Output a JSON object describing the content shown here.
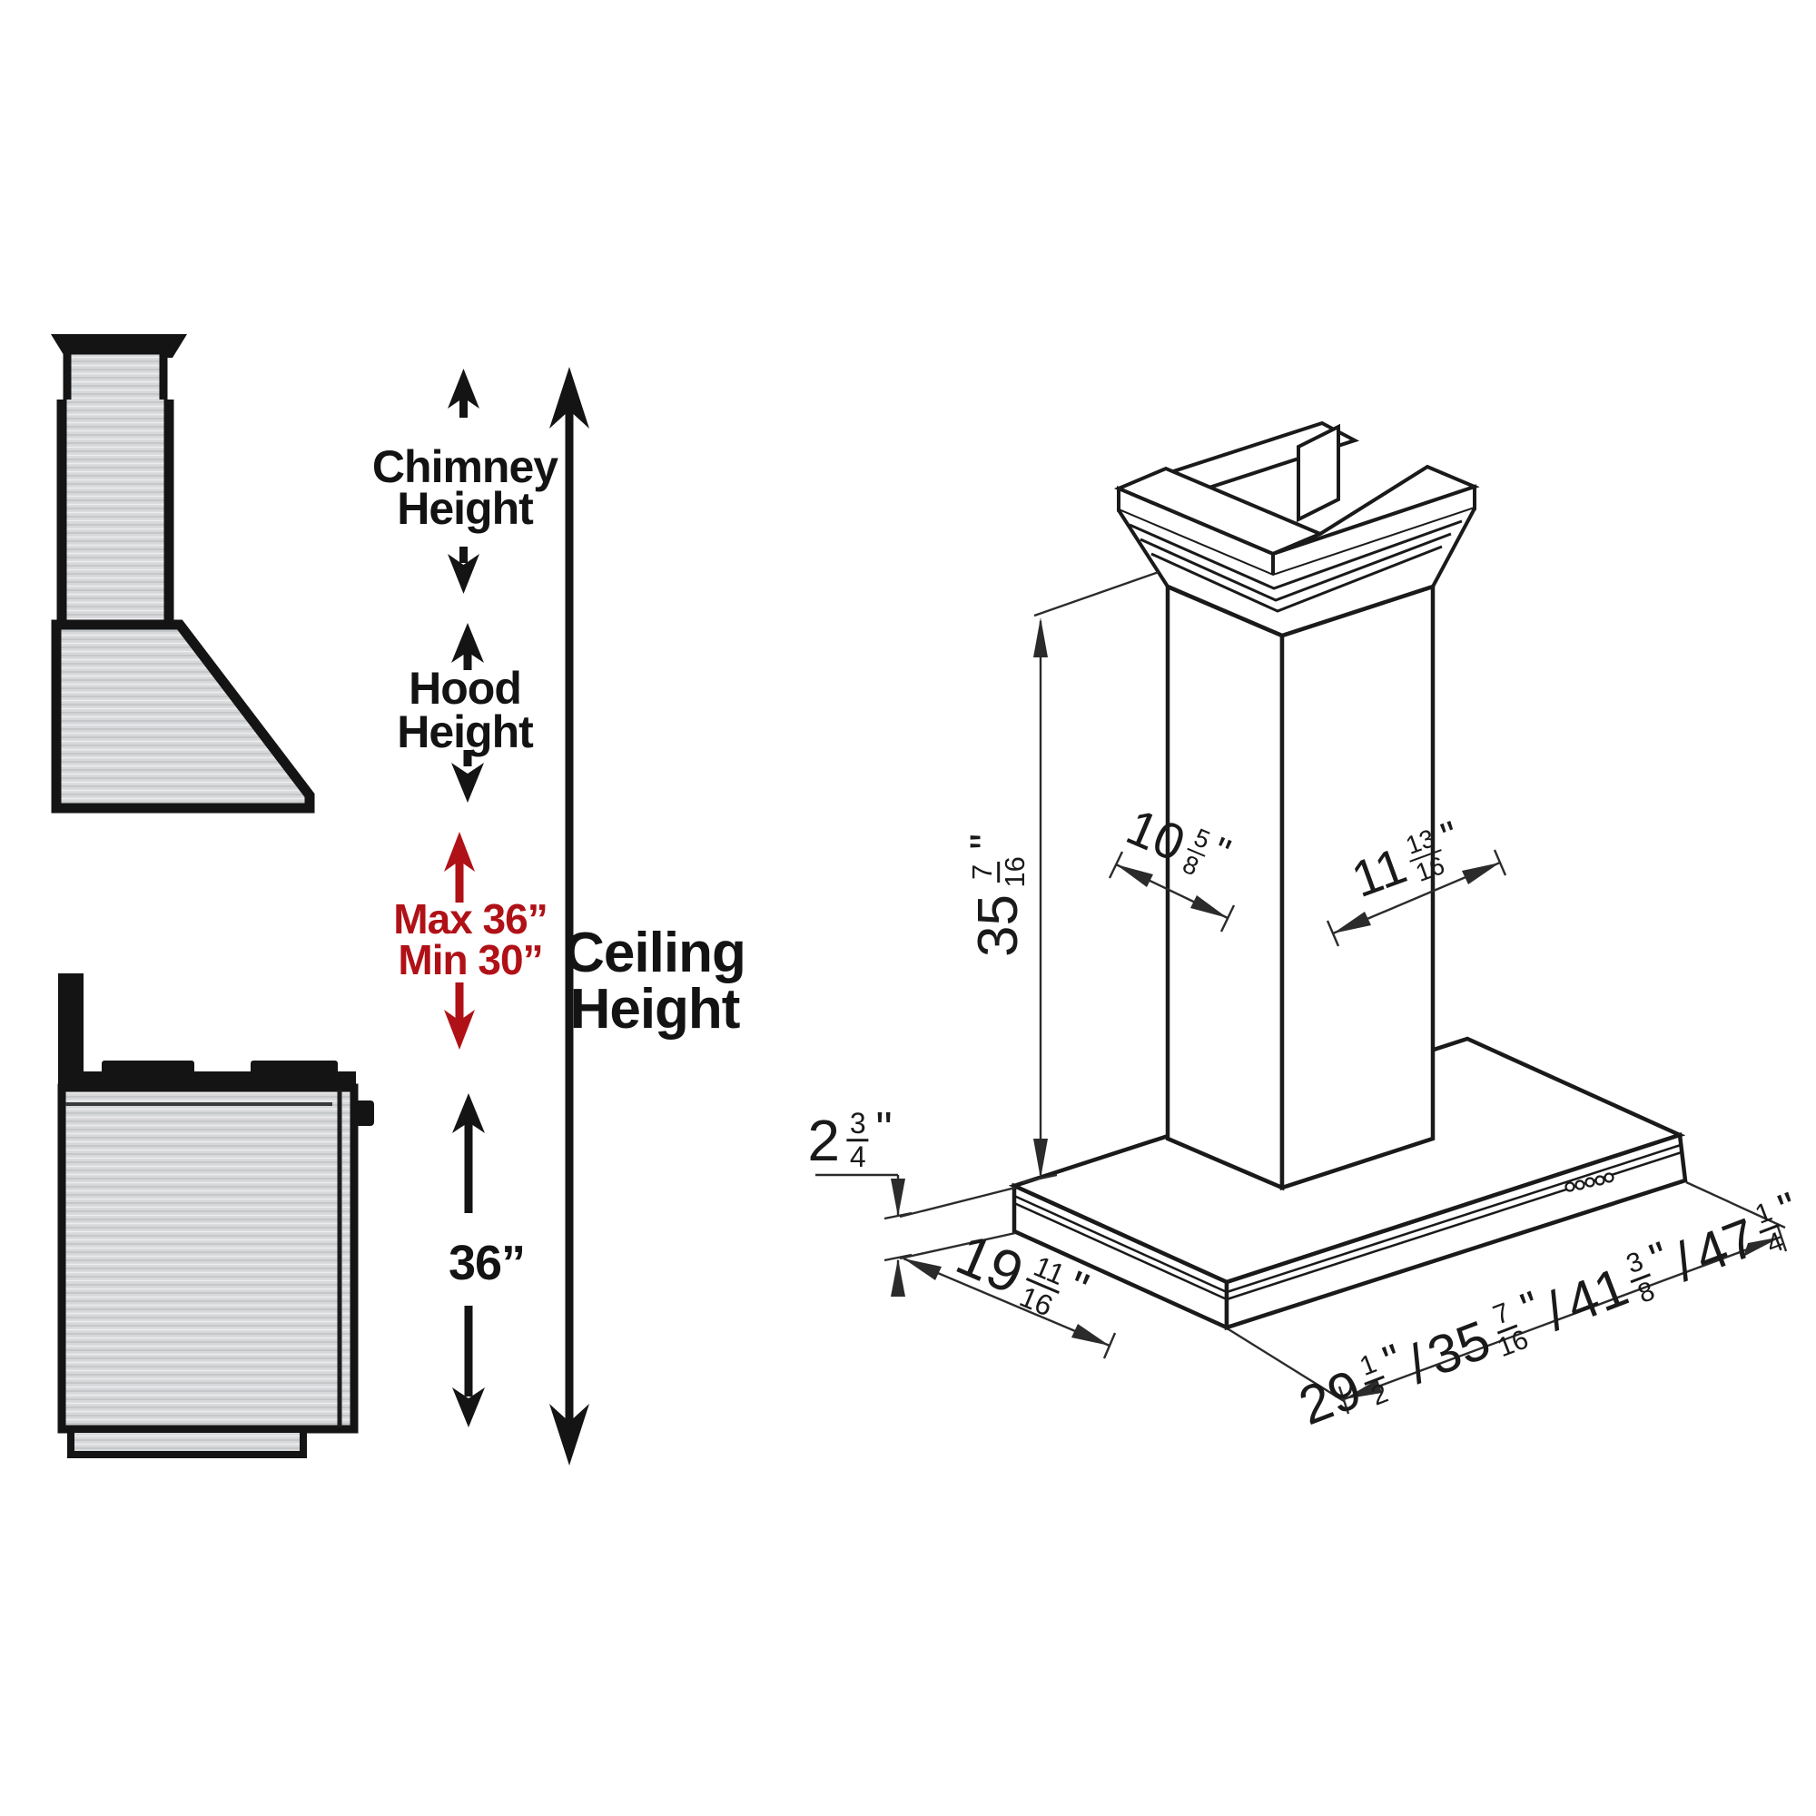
{
  "left_panel": {
    "chimney_height": {
      "line1": "Chimney",
      "line2": "Height"
    },
    "hood_height": {
      "line1": "Hood",
      "line2": "Height"
    },
    "clearance": {
      "max": "Max 36”",
      "min": "Min 30”"
    },
    "range_distance": "36”",
    "ceiling_height": {
      "line1": "Ceiling",
      "line2": "Height"
    }
  },
  "dimensions": {
    "unit": "\"",
    "separator": "/",
    "chimney_height": {
      "whole": "35",
      "num": "7",
      "den": "16"
    },
    "top_left_depth": {
      "whole": "10",
      "num": "5",
      "den": "8"
    },
    "top_right_width": {
      "whole": "11",
      "num": "13",
      "den": "16"
    },
    "base_thickness": {
      "whole": "2",
      "num": "3",
      "den": "4"
    },
    "base_depth": {
      "whole": "19",
      "num": "11",
      "den": "16"
    },
    "hood_widths": [
      {
        "whole": "29",
        "num": "1",
        "den": "2"
      },
      {
        "whole": "35",
        "num": "7",
        "den": "16"
      },
      {
        "whole": "41",
        "num": "3",
        "den": "8"
      },
      {
        "whole": "47",
        "num": "1",
        "den": "4"
      }
    ]
  },
  "colors": {
    "accent_red": "#b01117",
    "line": "#1a1a1a",
    "steel_base": "#d7d8da"
  }
}
